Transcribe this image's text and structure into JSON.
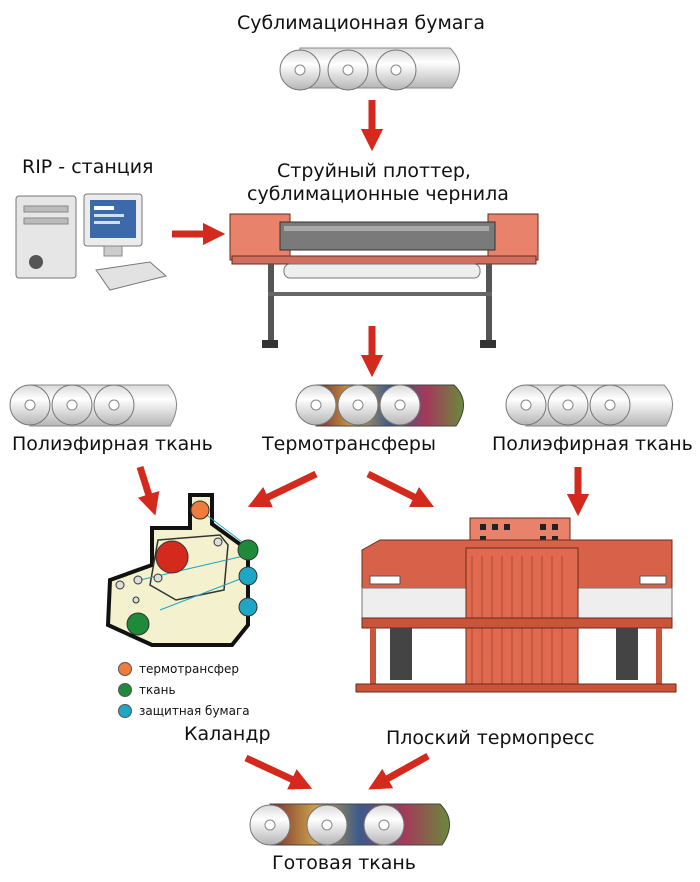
{
  "labels": {
    "sublimation_paper": "Сублимационная бумага",
    "rip_station": "RIP - станция",
    "plotter_line1": "Струйный плоттер,",
    "plotter_line2": "сублимационные чернила",
    "polyester_left": "Полиэфирная ткань",
    "thermotransfers": "Термотрансферы",
    "polyester_right": "Полиэфирная ткань",
    "calender": "Каландр",
    "flat_press": "Плоский термопресс",
    "finished_fabric": "Готовая ткань"
  },
  "legend": [
    {
      "color": "#f07c3c",
      "text": "термотрансфер"
    },
    {
      "color": "#1f8a3a",
      "text": "ткань"
    },
    {
      "color": "#1fa6c4",
      "text": "защитная бумага"
    }
  ],
  "colors": {
    "arrow": "#d42a1e",
    "machine": "#e8826a",
    "machine_dark": "#c9543a",
    "calender_body": "#f4f1cf"
  }
}
